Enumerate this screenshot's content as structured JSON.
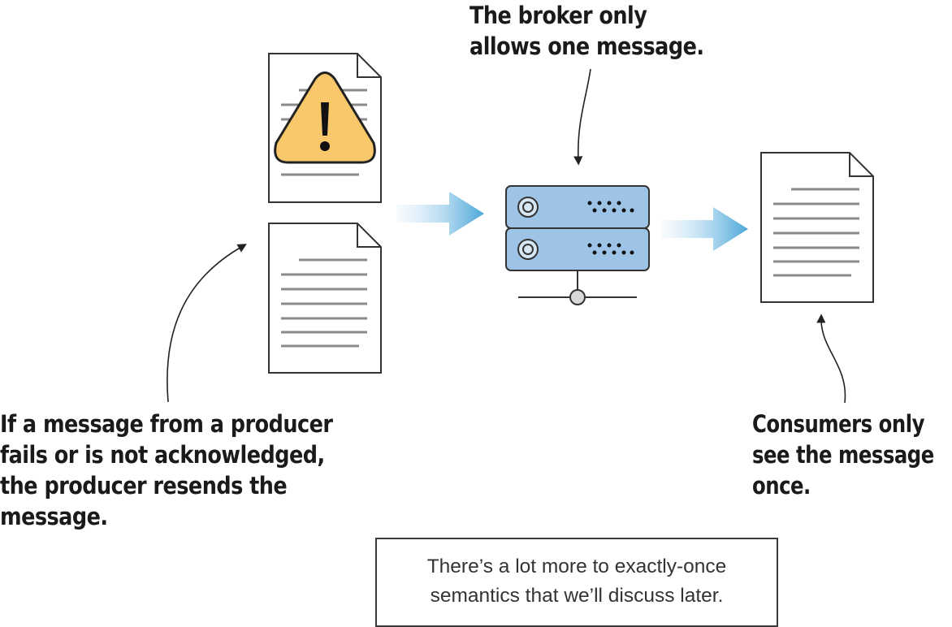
{
  "callouts": {
    "broker": {
      "lines": [
        "The broker only",
        "allows one message."
      ]
    },
    "producer": {
      "lines": [
        "If a message from a producer",
        "fails or is not acknowledged,",
        "the producer resends the",
        "message."
      ]
    },
    "consumer": {
      "lines": [
        "Consumers only",
        "see the message",
        "once."
      ]
    }
  },
  "note": {
    "lines": [
      "There’s a lot more to exactly-once",
      "semantics that we’ll discuss later."
    ]
  },
  "icons": {
    "warning_document": "warning-document-icon",
    "document": "document-icon",
    "broker": "server-icon",
    "consumer_document": "document-icon",
    "arrow": "arrow-right-icon"
  },
  "colors": {
    "warning_fill": "#f9c86a",
    "server_fill": "#9dc3e6",
    "arrow_fill": "#5aaedb",
    "ink": "#222222"
  }
}
